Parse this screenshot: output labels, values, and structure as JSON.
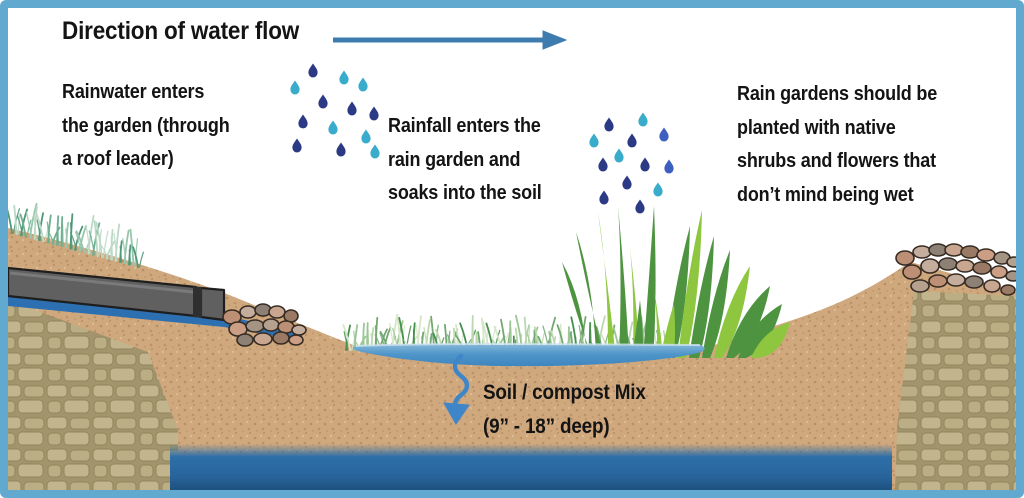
{
  "frame": {
    "border_color": "#62a9d0",
    "background": "#ffffff"
  },
  "header": {
    "title": "Direction of water flow"
  },
  "annotations": {
    "rainwater": "Rainwater enters\nthe garden (through\na roof leader)",
    "rainfall": "Rainfall enters the\nrain garden and\nsoaks into the soil",
    "planting": "Rain gardens should be\nplanted with native\nshrubs and flowers that\ndon’t mind being wet",
    "soil_mix": "Soil / compost Mix\n(9” - 18” deep)"
  },
  "icons": {
    "flow_arrow": "right-arrow-icon",
    "infiltration_arrow": "wavy-down-arrow-icon",
    "rain": "raindrop-icon",
    "pipe": "roof-leader-pipe",
    "rocks": "rock-pile",
    "plants": "native-grass-plant"
  },
  "colors": {
    "border": "#62a9d0",
    "text": "#141414",
    "flow_arrow": "#3e7cb0",
    "infiltration_arrow": "#3f86c8",
    "sand": "#cfa87e",
    "sand_dot": "#b98f63",
    "stone": "#b1a47b",
    "stone_block": "#c2b48c",
    "basin_water": "#4e95c9",
    "groundwater": "#2d6da8",
    "pipe": "#606060",
    "pipe_water": "#2c70b2",
    "drop_navy": "#2c3a86",
    "drop_blue": "#3d5fc0",
    "drop_teal": "#3aaccb",
    "grass_dark": "#4e9440",
    "grass_light": "#8ec63f"
  }
}
